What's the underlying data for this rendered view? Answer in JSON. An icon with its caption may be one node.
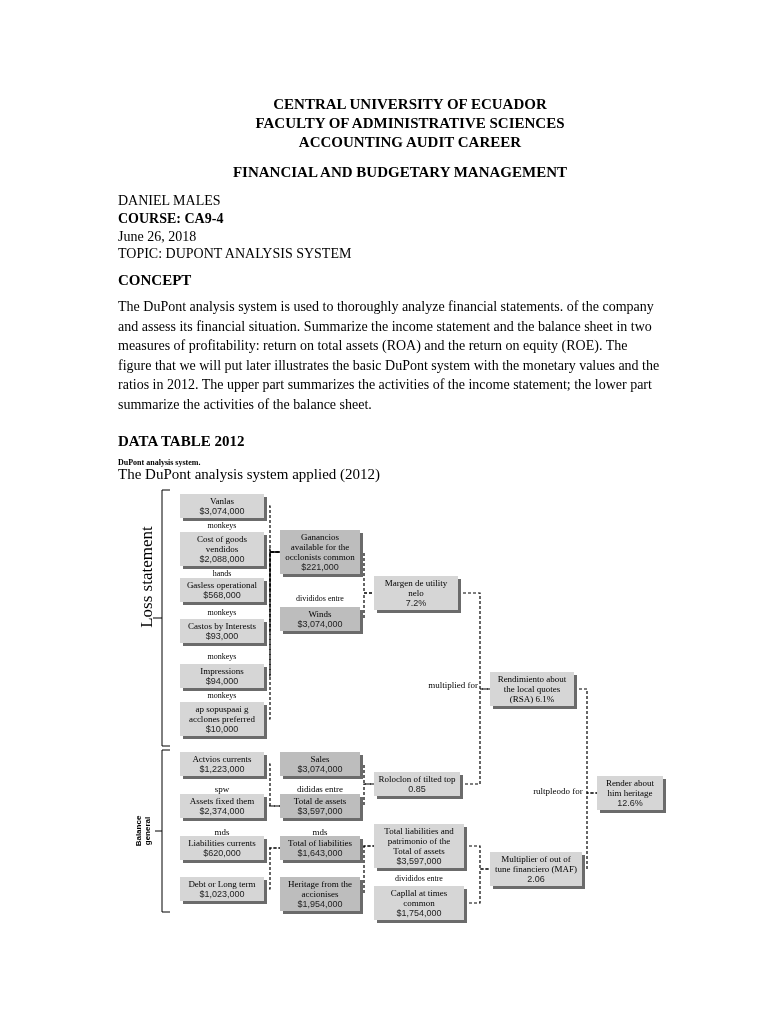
{
  "diagram": {
    "title": "The DuPont analysis system applied (2012)",
    "nodes": [
      {
        "text": [
          "Vanlas",
          "$3,074,000"
        ]
      },
      {
        "text": [
          "Cost of goods vendidos",
          "$2,088,000"
        ]
      },
      {
        "text": [
          "Gasless operational",
          "$568,000"
        ]
      },
      {
        "text": [
          "Castos by Interests",
          "$93,000"
        ]
      },
      {
        "text": [
          "Impressions",
          "$94,000"
        ]
      },
      {
        "text": [
          "ap sopuspaai g acclones preferred",
          "$10,000"
        ]
      },
      {
        "text": [
          "Ganancios available for the occlonists common",
          "$221,000"
        ]
      },
      {
        "text": [
          "Winds",
          "$3,074,000"
        ]
      },
      {
        "text": [
          "Margen de utility nelo",
          "7.2%"
        ]
      },
      {
        "text": [
          "Rendimiento about the local quotes (RSA) 6.1%"
        ]
      },
      {
        "text": [
          "Actvios currents",
          "$1,223,000"
        ]
      },
      {
        "text": [
          "Assets fixed them",
          "$2,374,000"
        ]
      },
      {
        "text": [
          "Liabilities currents",
          "$620,000"
        ]
      },
      {
        "text": [
          "Debt or Long term",
          "$1,023,000"
        ]
      },
      {
        "text": [
          "Sales",
          "$3,074,000"
        ]
      },
      {
        "text": [
          "Total de assets",
          "$3,597,000"
        ]
      },
      {
        "text": [
          "Total of liabilities",
          "$1,643,000"
        ]
      },
      {
        "text": [
          "Heritage from the accionises",
          "$1,954,000"
        ]
      },
      {
        "text": [
          "Roloclon of tilted top",
          "0.85"
        ]
      },
      {
        "text": [
          "Total liabilities and patrimonio of the Total of assets",
          "$3,597,000"
        ]
      },
      {
        "text": [
          "Capllal at times common",
          "$1,754,000"
        ]
      },
      {
        "text": [
          "Multiplier of out of tune financiero (MAF)",
          "2.06"
        ]
      },
      {
        "text": [
          "Render about him heritage",
          "12.6%"
        ]
      }
    ],
    "edges": [
      {
        "from": 0,
        "to": 6,
        "arrow": "none"
      },
      {
        "from": 1,
        "to": 6,
        "arrow": "none"
      },
      {
        "from": 2,
        "to": 6,
        "arrow": "none"
      },
      {
        "from": 3,
        "to": 6,
        "arrow": "none"
      },
      {
        "from": 4,
        "to": 6,
        "arrow": "none"
      },
      {
        "from": 5,
        "to": 6,
        "arrow": "none"
      },
      {
        "from": 6,
        "to": 8,
        "arrow": "none"
      },
      {
        "from": 7,
        "to": 8,
        "arrow": "none"
      },
      {
        "from": 8,
        "to": 9,
        "arrow": "none"
      },
      {
        "from": 18,
        "to": 9,
        "arrow": "none"
      },
      {
        "from": 10,
        "to": 15,
        "arrow": "none"
      },
      {
        "from": 11,
        "to": 15,
        "arrow": "none"
      },
      {
        "from": 14,
        "to": 18,
        "arrow": "none"
      },
      {
        "from": 15,
        "to": 18,
        "arrow": "none"
      },
      {
        "from": 12,
        "to": 16,
        "arrow": "none"
      },
      {
        "from": 13,
        "to": 16,
        "arrow": "none"
      },
      {
        "from": 16,
        "to": 19,
        "arrow": "none"
      },
      {
        "from": 17,
        "to": 19,
        "arrow": "none"
      },
      {
        "from": 19,
        "to": 21,
        "arrow": "none"
      },
      {
        "from": 20,
        "to": 21,
        "arrow": "none"
      },
      {
        "from": 9,
        "to": 22,
        "arrow": "none"
      },
      {
        "from": 21,
        "to": 22,
        "arrow": "none"
      }
    ],
    "labels": [
      "CENTRAL UNIVERSITY OF ECUADOR",
      "FACULTY OF ADMINISTRATIVE SCIENCES",
      "ACCOUNTING AUDIT CAREER",
      "FINANCIAL AND BUDGETARY MANAGEMENT",
      "DANIEL MALES",
      "COURSE: CA9-4",
      "June 26, 2018",
      "TOPIC: DUPONT ANALYSIS SYSTEM",
      "CONCEPT",
      "The DuPont analysis system is used to thoroughly analyze financial statements. of the company and assess its financial situation. Summarize the income statement and the balance sheet in two measures of profitability: return on total assets (ROA) and the return on equity (ROE). The figure that we will put later illustrates the basic DuPont system with the monetary values and the ratios in 2012. The upper part summarizes the activities of the income statement; the lower part summarize the activities of the balance sheet.",
      "DATA TABLE 2012",
      "DuPont analysis system.",
      "Loss statement",
      "monkeys",
      "hands",
      "monkeys",
      "monkeys",
      "monkeys",
      "divididos entre",
      "Balance general",
      "spw",
      "mds",
      "dididas entre",
      "mds",
      "divididos entre",
      "multiplied for",
      "rultpleodo for"
    ]
  }
}
